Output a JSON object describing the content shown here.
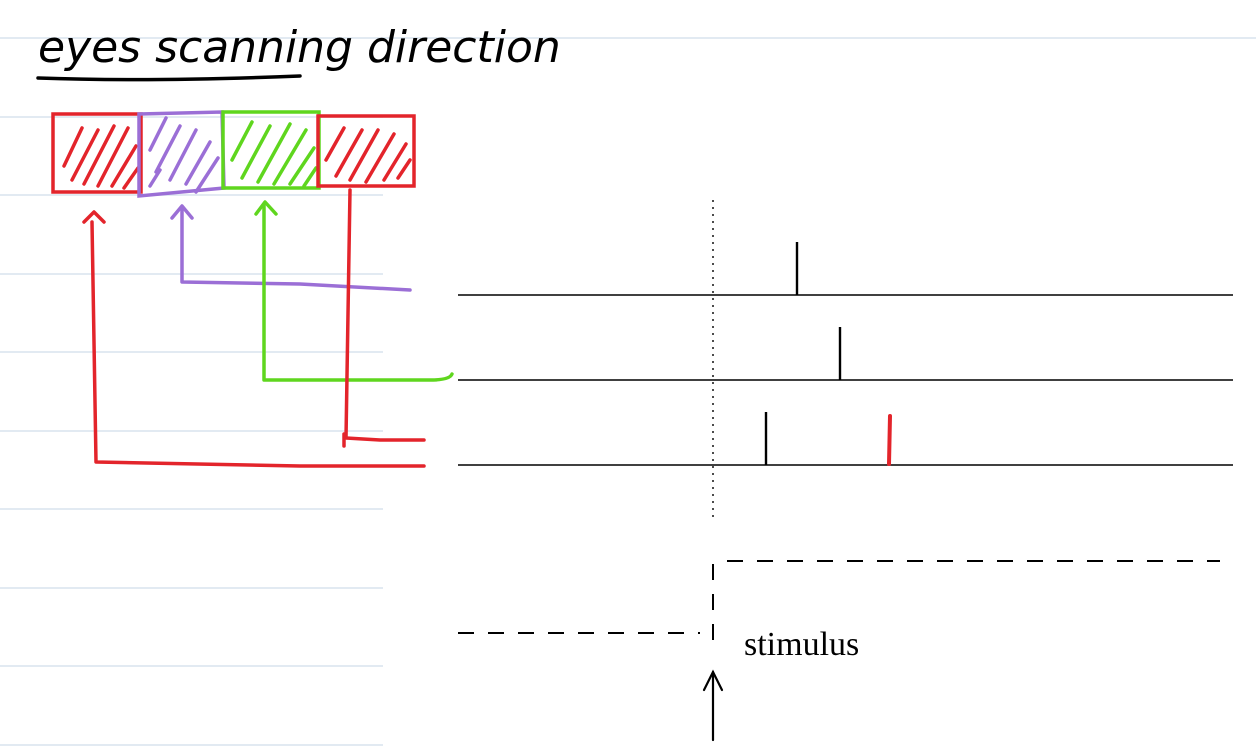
{
  "title": "eyes scanning direction",
  "stimulus_label": "stimulus",
  "colors": {
    "red": "#e3242b",
    "purple": "#9b6fd6",
    "green": "#5fd61e",
    "black": "#000000",
    "ruled_line": "#d9e4ee"
  },
  "boxes": [
    {
      "name": "box-1",
      "color": "red"
    },
    {
      "name": "box-2",
      "color": "purple"
    },
    {
      "name": "box-3",
      "color": "green"
    },
    {
      "name": "box-4",
      "color": "red"
    }
  ],
  "traces": [
    {
      "name": "trace-1",
      "spikes": [
        {
          "color": "black"
        }
      ]
    },
    {
      "name": "trace-2",
      "spikes": [
        {
          "color": "black"
        }
      ]
    },
    {
      "name": "trace-3",
      "spikes": [
        {
          "color": "black"
        },
        {
          "color": "red"
        }
      ]
    }
  ]
}
